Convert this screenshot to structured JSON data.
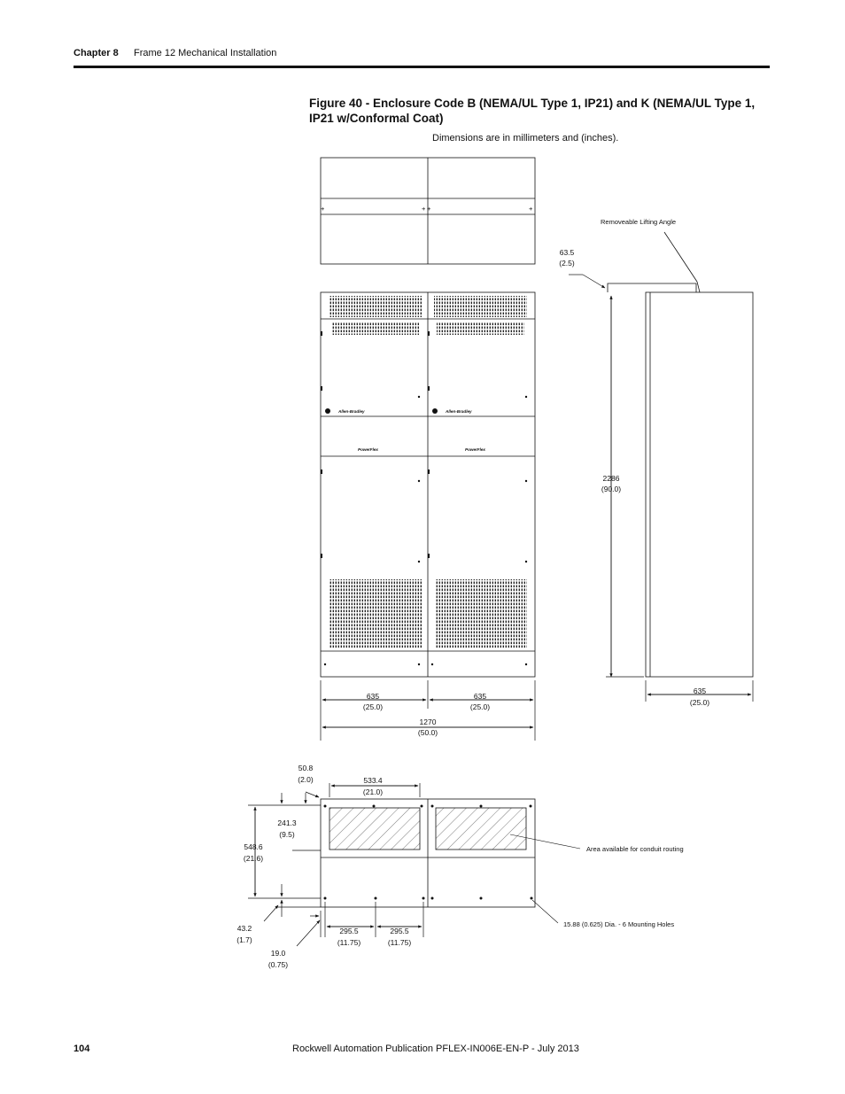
{
  "header": {
    "chapter": "Chapter 8",
    "section": "Frame 12 Mechanical Installation"
  },
  "figure": {
    "title": "Figure 40 - Enclosure Code B (NEMA/UL Type 1, IP21) and K (NEMA/UL Type 1, IP21 w/Conformal Coat)",
    "subtitle": "Dimensions are in millimeters and (inches)."
  },
  "labels": {
    "lifting_angle": "Removeable Lifting Angle",
    "conduit": "Area available for conduit routing",
    "holes": "15.88 (0.625) Dia. - 6 Mounting Holes",
    "brand": "Allen-Bradley",
    "product": "PowerFlex"
  },
  "dims": {
    "d63_5_mm": "63.5",
    "d63_5_in": "(2.5)",
    "d2286_mm": "2286",
    "d2286_in": "(90.0)",
    "d635a_mm": "635",
    "d635a_in": "(25.0)",
    "d635b_mm": "635",
    "d635b_in": "(25.0)",
    "d635c_mm": "635",
    "d635c_in": "(25.0)",
    "d1270_mm": "1270",
    "d1270_in": "(50.0)",
    "d50_8_mm": "50.8",
    "d50_8_in": "(2.0)",
    "d533_4_mm": "533.4",
    "d533_4_in": "(21.0)",
    "d241_3_mm": "241.3",
    "d241_3_in": "(9.5)",
    "d548_6_mm": "548.6",
    "d548_6_in": "(21.6)",
    "d43_2_mm": "43.2",
    "d43_2_in": "(1.7)",
    "d19_0_mm": "19.0",
    "d19_0_in": "(0.75)",
    "d295_5a_mm": "295.5",
    "d295_5a_in": "(11.75)",
    "d295_5b_mm": "295.5",
    "d295_5b_in": "(11.75)"
  },
  "footer": {
    "page": "104",
    "publication": "Rockwell Automation Publication PFLEX-IN006E-EN-P - July 2013"
  }
}
